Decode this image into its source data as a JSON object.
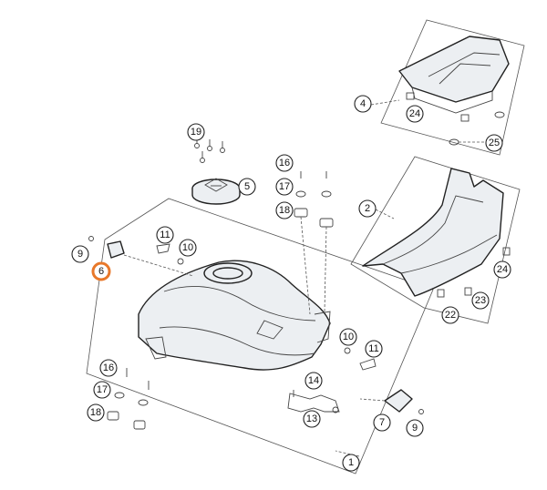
{
  "callouts": [
    {
      "id": "c1",
      "label": "1"
    },
    {
      "id": "c2",
      "label": "2"
    },
    {
      "id": "c4",
      "label": "4"
    },
    {
      "id": "c5",
      "label": "5"
    },
    {
      "id": "c6",
      "label": "6",
      "active": true
    },
    {
      "id": "c7",
      "label": "7"
    },
    {
      "id": "c9a",
      "label": "9"
    },
    {
      "id": "c9b",
      "label": "9"
    },
    {
      "id": "c10a",
      "label": "10"
    },
    {
      "id": "c10b",
      "label": "10"
    },
    {
      "id": "c11a",
      "label": "11"
    },
    {
      "id": "c11b",
      "label": "11"
    },
    {
      "id": "c13",
      "label": "13"
    },
    {
      "id": "c14",
      "label": "14"
    },
    {
      "id": "c16a",
      "label": "16"
    },
    {
      "id": "c16b",
      "label": "16"
    },
    {
      "id": "c17a",
      "label": "17"
    },
    {
      "id": "c17b",
      "label": "17"
    },
    {
      "id": "c18a",
      "label": "18"
    },
    {
      "id": "c18b",
      "label": "18"
    },
    {
      "id": "c19",
      "label": "19"
    },
    {
      "id": "c22",
      "label": "22"
    },
    {
      "id": "c23",
      "label": "23"
    },
    {
      "id": "c24a",
      "label": "24"
    },
    {
      "id": "c24b",
      "label": "24"
    },
    {
      "id": "c25",
      "label": "25"
    }
  ],
  "colors": {
    "highlight": "#e8782a",
    "line": "#222222"
  }
}
